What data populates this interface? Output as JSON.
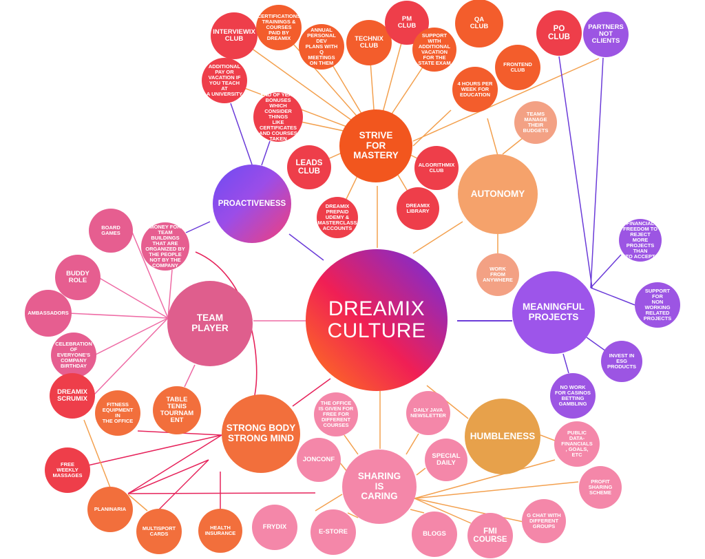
{
  "diagram": {
    "center": {
      "id": "center",
      "label": "DREAMIX\nCULTURE"
    },
    "nodes": [
      {
        "id": "mastery",
        "label": "STRIVE\nFOR\nMASTERY"
      },
      {
        "id": "autonomy",
        "label": "AUTONOMY"
      },
      {
        "id": "meaningful",
        "label": "MEANINGFUL\nPROJECTS"
      },
      {
        "id": "humbleness",
        "label": "HUMBLENESS"
      },
      {
        "id": "sharing",
        "label": "SHARING\nIS\nCARING"
      },
      {
        "id": "body",
        "label": "STRONG BODY\nSTRONG MIND"
      },
      {
        "id": "team",
        "label": "TEAM\nPLAYER"
      },
      {
        "id": "proactive",
        "label": "PROACTIVENESS"
      },
      {
        "id": "interviewix",
        "label": "Interviewix\nClub"
      },
      {
        "id": "certs",
        "label": "CERTIFICATIONS\nTRAININGS &\nCOURSES\nPAID BY\nDREAMIX"
      },
      {
        "id": "devplans",
        "label": "ANNUAL\nPERSONAL DEV\nPLANS WITH Q\nMEETINGS\nON THEM"
      },
      {
        "id": "technix",
        "label": "TECHNIX\nCLUB"
      },
      {
        "id": "pmclub",
        "label": "PM\nCLUB"
      },
      {
        "id": "support",
        "label": "SUPPORT\nWITH\nADDITIONAL\nVACATION\nFOR THE\nSTATE EXAM"
      },
      {
        "id": "qaclub",
        "label": "QA\nCLUB"
      },
      {
        "id": "frontend",
        "label": "FRONTEND\nCLUB"
      },
      {
        "id": "fourhours",
        "label": "4 HOURS PER\nWEEK FOR\nEDUCATION"
      },
      {
        "id": "poclub",
        "label": "PO\nCLUB"
      },
      {
        "id": "partners",
        "label": "PARTNERS\nNOT\nCLIENTS"
      },
      {
        "id": "addpay",
        "label": "ADDITIONAL\nPAY OR\nVACATION IF\nYOU TEACH AT\nA UNIVERSITY"
      },
      {
        "id": "bonuses",
        "label": "END OF YEAR\nBONUSES WHICH\nCONSIDER THINGS\nLIKE CERTIFICATES\nAND COURSES\nTAKEN"
      },
      {
        "id": "teams",
        "label": "TEAMS\nMANAGE\nTHEIR\nBUDGETS"
      },
      {
        "id": "leads",
        "label": "LEADS\nCLUB"
      },
      {
        "id": "algorithmix",
        "label": "ALGORITHMIX\nCLUB"
      },
      {
        "id": "prepaid",
        "label": "DREAMIX\nPREPAID\nUDEMY &\nMASTERCLASS\nACCOUNTS"
      },
      {
        "id": "library",
        "label": "DREAMIX\nLIBRARY"
      },
      {
        "id": "boardgames",
        "label": "BOARD\nGAMES"
      },
      {
        "id": "money",
        "label": "MONEY FOR\nTEAM BUILDINGS\nTHAT ARE\nORGANIZED BY\nTHE PEOPLE\nNOT BY THE\nCOMPANY"
      },
      {
        "id": "workany",
        "label": "WORK\nFROM\nANYWHERE"
      },
      {
        "id": "financial",
        "label": "FINANCIAL\nFREEDOM TO\nREJECT MORE\nPROJECTS THAN\nTO ACCEPT"
      },
      {
        "id": "buddy",
        "label": "BUDDY\nROLE"
      },
      {
        "id": "ambassadors",
        "label": "AMBASSADORS"
      },
      {
        "id": "supportnon",
        "label": "SUPPORT FOR\nNON WORKING\nRELATED\nPROJECTS"
      },
      {
        "id": "celebration",
        "label": "CELEBRATION\nOF\nEVERYONE'S\nCOMPANY\nBIRTHDAY"
      },
      {
        "id": "esg",
        "label": "INVEST IN\nESG\nPRODUCTS"
      },
      {
        "id": "scrumix",
        "label": "DREAMIX\nSCRUMIX"
      },
      {
        "id": "casinos",
        "label": "NO WORK\nFOR CASINOS\nBETTING\nGAMBLING"
      },
      {
        "id": "fitness",
        "label": "FITNESS\nEQUIPMENT IN\nTHE OFFICE"
      },
      {
        "id": "tabletennis",
        "label": "TABLE\nTENIS\nTOURNAM\nENT"
      },
      {
        "id": "office",
        "label": "THE OFFICE\nIS GIVEN FOR\nFREE FOR\nDIFFERENT\nCOURSES"
      },
      {
        "id": "dailyjava",
        "label": "DAILY JAVA\nNEWSLETTER"
      },
      {
        "id": "publicdata",
        "label": "PUBLIC\nDATA-\nFINANCIALS\n, GOALS,\nETC"
      },
      {
        "id": "jonconf",
        "label": "JONCONF"
      },
      {
        "id": "specialdaily",
        "label": "SPECIAL\nDAILY"
      },
      {
        "id": "massages",
        "label": "FREE\nWEEKLY\nMASSAGES"
      },
      {
        "id": "profit",
        "label": "PROFIT\nSHARING\nSCHEME"
      },
      {
        "id": "planinaria",
        "label": "PLANINARIA"
      },
      {
        "id": "gchat",
        "label": "G CHAT WITH\nDIFFERENT\nGROUPS"
      },
      {
        "id": "multisport",
        "label": "MULTISPORT\nCARDS"
      },
      {
        "id": "health",
        "label": "HEALTH\nINSURANCE"
      },
      {
        "id": "frydix",
        "label": "FRYDIX"
      },
      {
        "id": "estore",
        "label": "E-STORE"
      },
      {
        "id": "blogs",
        "label": "BLOGS"
      },
      {
        "id": "fmi",
        "label": "FMI\nCOURSE"
      }
    ],
    "colors": {
      "mastery": "#f2561e",
      "autonomy": "#f5a26b",
      "meaningful": "#9d55ea",
      "humbleness": "#e7a14b",
      "sharing": "#f487a9",
      "body": "#f26f3c",
      "team": "#df5e8d",
      "orange_leaf": "#f35d2c",
      "red_leaf": "#ee3e4a",
      "pink_leaf": "#e65e90",
      "purple_leaf": "#9c55e3",
      "peach_leaf": "#f3a184",
      "edge_orange": "#f3a04e",
      "edge_purple": "#6a3ad8",
      "edge_pink": "#ee6aa4",
      "edge_red": "#e6225a"
    }
  }
}
